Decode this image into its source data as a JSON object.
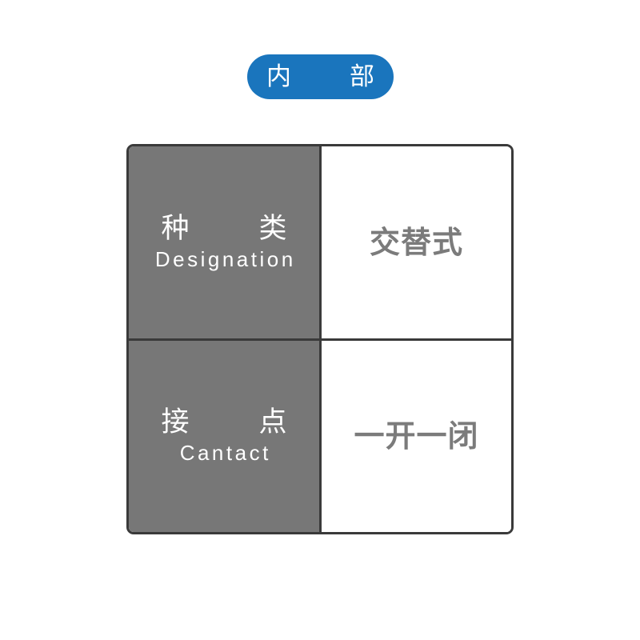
{
  "badge": {
    "label": "内　部",
    "text_color": "#ffffff",
    "background_color": "#1a75bd"
  },
  "spec_table": {
    "border_color": "#3a3a3a",
    "label_cell_background": "#777777",
    "label_text_color": "#ffffff",
    "value_cell_background": "#ffffff",
    "value_text_color": "#7b7b7b",
    "rows": [
      {
        "label_cn": "种　类",
        "label_en": "Designation",
        "value_cn": "交替式"
      },
      {
        "label_cn": "接　点",
        "label_en": "Cantact",
        "value_cn": "一开一闭"
      }
    ]
  }
}
